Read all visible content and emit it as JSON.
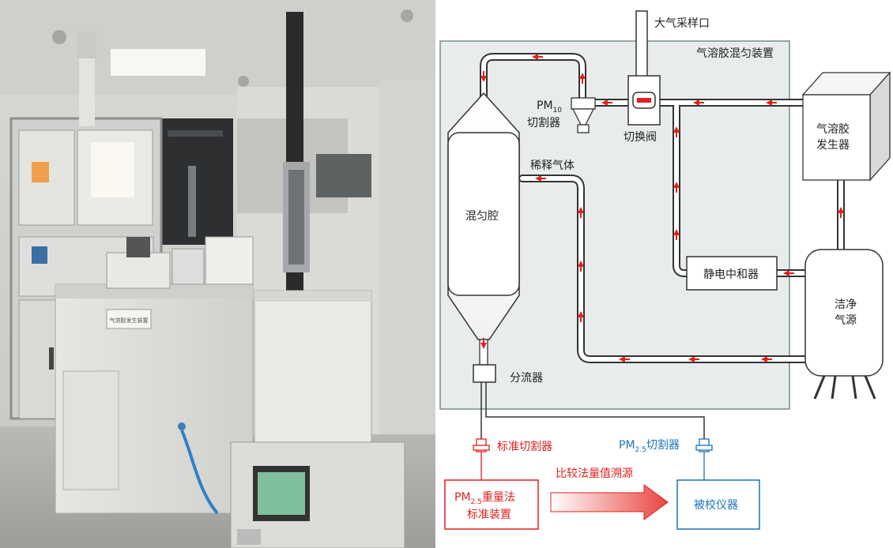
{
  "photo": {
    "sign_text": "气溶胶发生装置"
  },
  "diagram": {
    "atmospheric_inlet": "大气采样口",
    "mixing_device": "气溶胶混匀装置",
    "pm10_label_main": "PM",
    "pm10_label_sub": "10",
    "pm10_label_line2": "切割器",
    "switch_valve": "切换阀",
    "aerosol_generator_l1": "气溶胶",
    "aerosol_generator_l2": "发生器",
    "dilution_gas": "稀释气体",
    "mixing_chamber": "混匀腔",
    "static_neutralizer": "静电中和器",
    "clean_source_l1": "洁净",
    "clean_source_l2": "气源",
    "splitter": "分流器",
    "standard_cutter": "标准切割器",
    "pm25_cutter_main": "PM",
    "pm25_cutter_sub": "2.5",
    "pm25_cutter_rest": "切割器",
    "comparison": "比较法量值溯源",
    "standard_device_main": "PM",
    "standard_device_sub": "2.5",
    "standard_device_rest": "重量法",
    "standard_device_l2": "标准装置",
    "instrument": "被校仪器",
    "colors": {
      "flow_arrow": "#e0201b",
      "standard_red": "#e0201b",
      "instrument_blue": "#1a73b8",
      "device_box": "#e8ecec"
    }
  }
}
